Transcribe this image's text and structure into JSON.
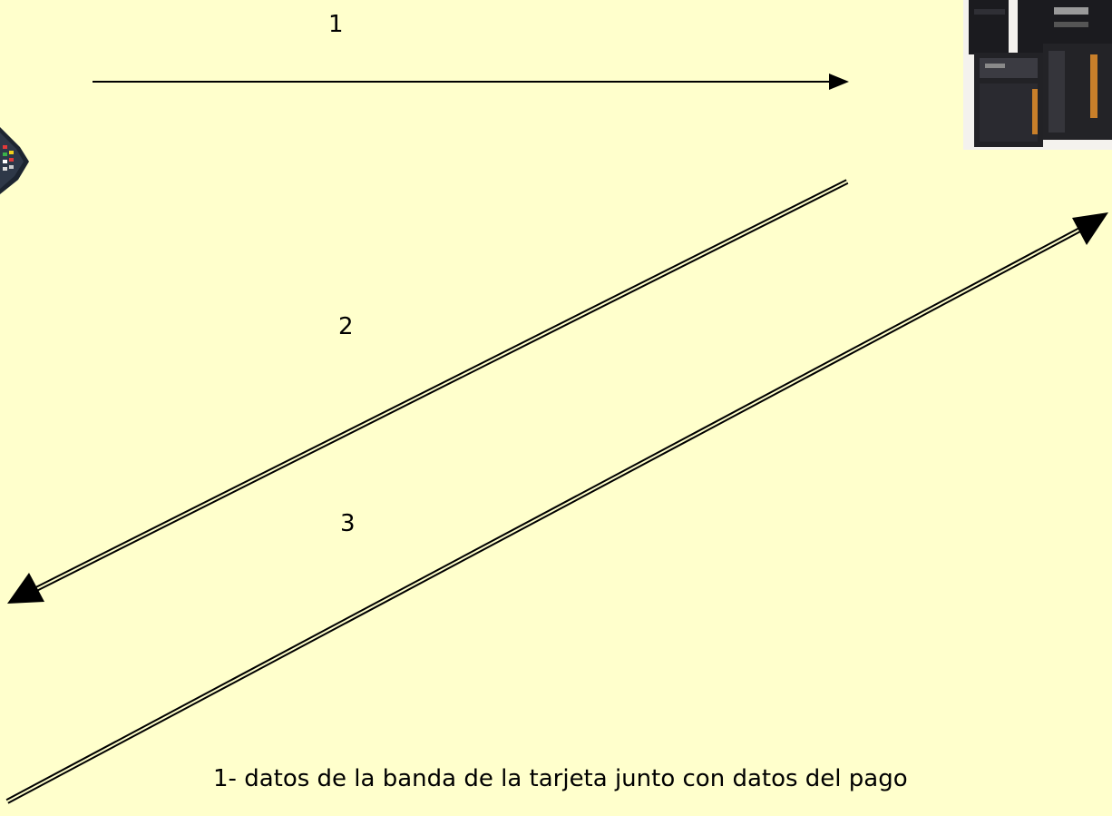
{
  "diagram": {
    "steps": [
      {
        "label": "1"
      },
      {
        "label": "2"
      },
      {
        "label": "3"
      }
    ],
    "caption": "1- datos de la banda de la tarjeta junto con datos del pago",
    "icons": [
      "card-terminal-icon",
      "server-icon"
    ],
    "colors": {
      "background": "#FFFFCC",
      "arrow": "#000000"
    }
  }
}
